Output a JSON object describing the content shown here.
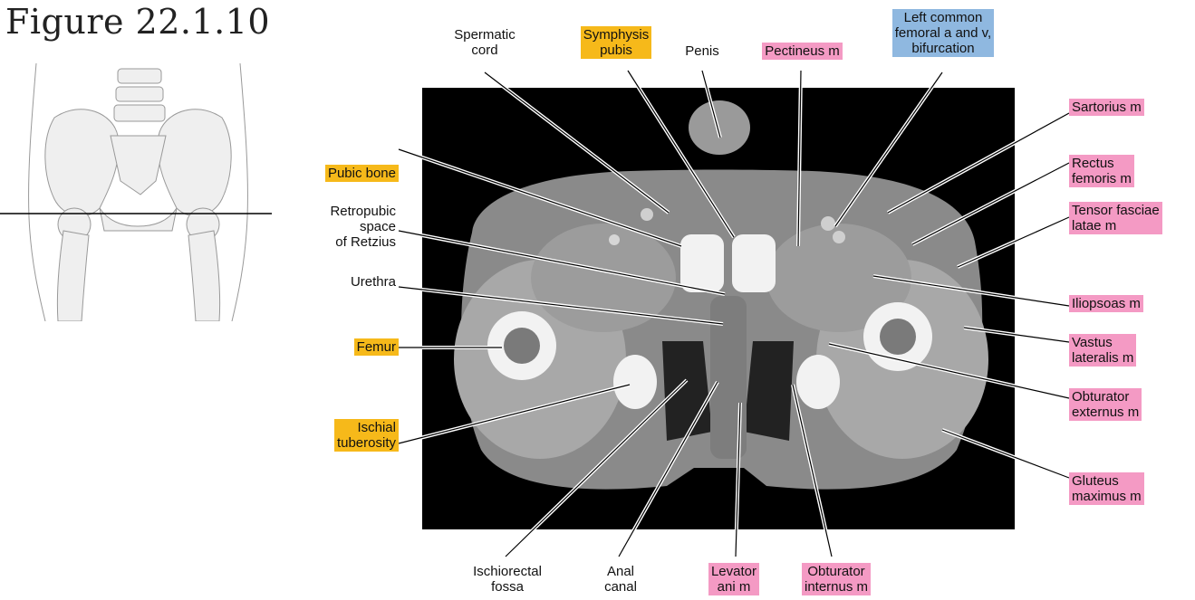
{
  "figure": {
    "title": "Figure 22.1.10"
  },
  "colors": {
    "bone": "#f6b91a",
    "muscle": "#f49ac4",
    "vessel": "#8fb8e0",
    "ct_background": "#000000"
  },
  "labels": {
    "spermatic_cord": "Spermatic\ncord",
    "symphysis_pubis": "Symphysis\npubis",
    "penis": "Penis",
    "pectineus": "Pectineus m",
    "left_common_femoral": "Left common\nfemoral a and v,\nbifurcation",
    "sartorius": "Sartorius m",
    "rectus_femoris": "Rectus\nfemoris m",
    "tensor_fasciae_latae": "Tensor fasciae\nlatae m",
    "pubic_bone": "Pubic bone",
    "retropubic_space": "Retropubic\nspace\nof Retzius",
    "urethra": "Urethra",
    "iliopsoas": "Iliopsoas m",
    "femur": "Femur",
    "vastus_lateralis": "Vastus\nlateralis m",
    "ischial_tuberosity": "Ischial\ntuberosity",
    "obturator_externus": "Obturator\nexternus m",
    "gluteus_maximus": "Gluteus\nmaximus m",
    "ischiorectal_fossa": "Ischiorectal\nfossa",
    "anal_canal": "Anal\ncanal",
    "levator_ani": "Levator\nani m",
    "obturator_internus": "Obturator\ninternus m"
  }
}
